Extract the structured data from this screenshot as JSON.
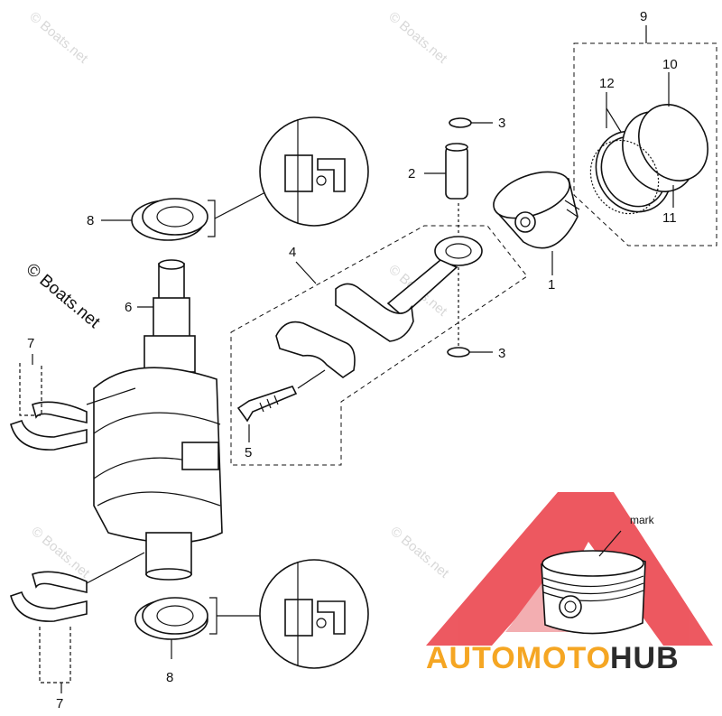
{
  "watermark": {
    "text": "© Boats.net",
    "corner_text": "© Boats.net"
  },
  "callouts": {
    "c1": "1",
    "c2": "2",
    "c3a": "3",
    "c3b": "3",
    "c4": "4",
    "c5": "5",
    "c6": "6",
    "c7a": "7",
    "c7b": "7",
    "c8a": "8",
    "c8b": "8",
    "c9": "9",
    "c10": "10",
    "c11": "11",
    "c12": "12"
  },
  "inset": {
    "mark_label": "mark"
  },
  "brand": {
    "part1": "AUTOMOTO",
    "part2": "HUB",
    "color1": "#f5a623",
    "color2": "#2b2b2b",
    "logo_color": "#e0303a"
  }
}
